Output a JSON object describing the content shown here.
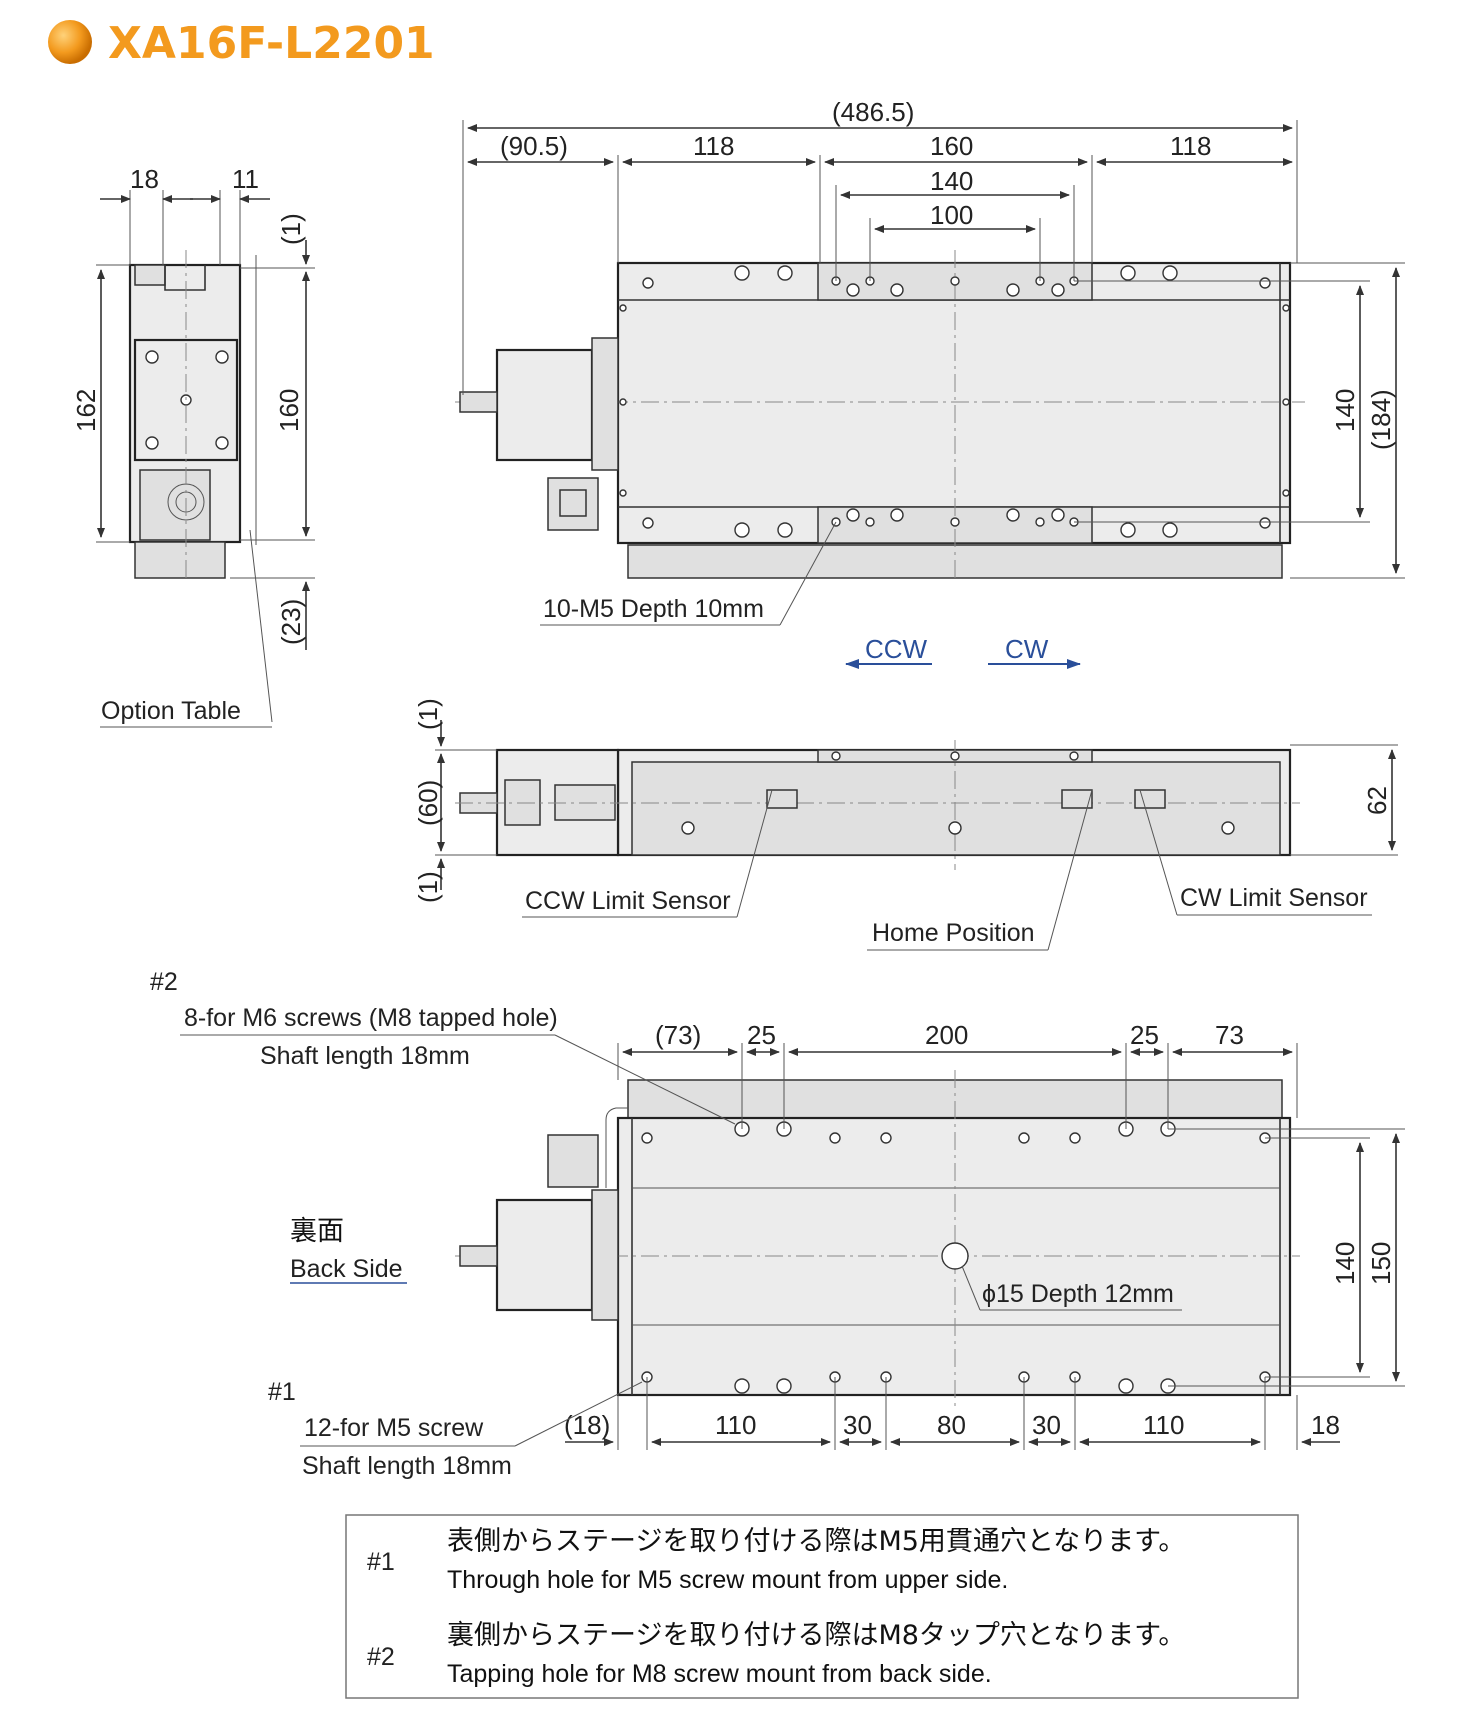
{
  "title": "XA16F-L2201",
  "accent_color": "#F39A1E",
  "side_view": {
    "dims": {
      "w18": "18",
      "w11": "11",
      "t1": "(1)",
      "h162": "162",
      "h160": "160",
      "b23": "(23)"
    },
    "option_table": "Option Table"
  },
  "top_view": {
    "dims": {
      "total": "(486.5)",
      "d905": "(90.5)",
      "d118a": "118",
      "d160": "160",
      "d118b": "118",
      "d140": "140",
      "d100": "100",
      "r140": "140",
      "r184": "(184)"
    },
    "tap_label": "10-M5 Depth 10mm"
  },
  "direction": {
    "ccw": "CCW",
    "cw": "CW"
  },
  "front_view": {
    "dims": {
      "t1": "(1)",
      "h60": "(60)",
      "b1": "(1)",
      "h62": "62"
    },
    "ccw_sensor": "CCW Limit Sensor",
    "home": "Home Position",
    "cw_sensor": "CW Limit Sensor"
  },
  "back_view": {
    "tag2": "#2",
    "screws2": "8-for M6 screws (M8 tapped hole)",
    "shaft2": "Shaft length 18mm",
    "jp_label": "裏面",
    "en_label": "Back Side",
    "bore": "ϕ15 Depth 12mm",
    "tag1": "#1",
    "screws1": "12-for M5 screw",
    "shaft1": "Shaft length 18mm",
    "top_dims": {
      "d73a": "(73)",
      "d25a": "25",
      "d200": "200",
      "d25b": "25",
      "d73b": "73"
    },
    "right_dims": {
      "d140": "140",
      "d150": "150"
    },
    "bottom_dims": {
      "d18a": "(18)",
      "d110a": "110",
      "d30a": "30",
      "d80": "80",
      "d30b": "30",
      "d110b": "110",
      "d18b": "18"
    }
  },
  "notes": [
    {
      "tag": "#1",
      "jp": "表側からステージを取り付ける際はM5用貫通穴となります。",
      "en": "Through hole for M5 screw mount from upper side."
    },
    {
      "tag": "#2",
      "jp": "裏側からステージを取り付ける際はM8タップ穴となります。",
      "en": "Tapping hole for M8 screw mount from back side."
    }
  ]
}
